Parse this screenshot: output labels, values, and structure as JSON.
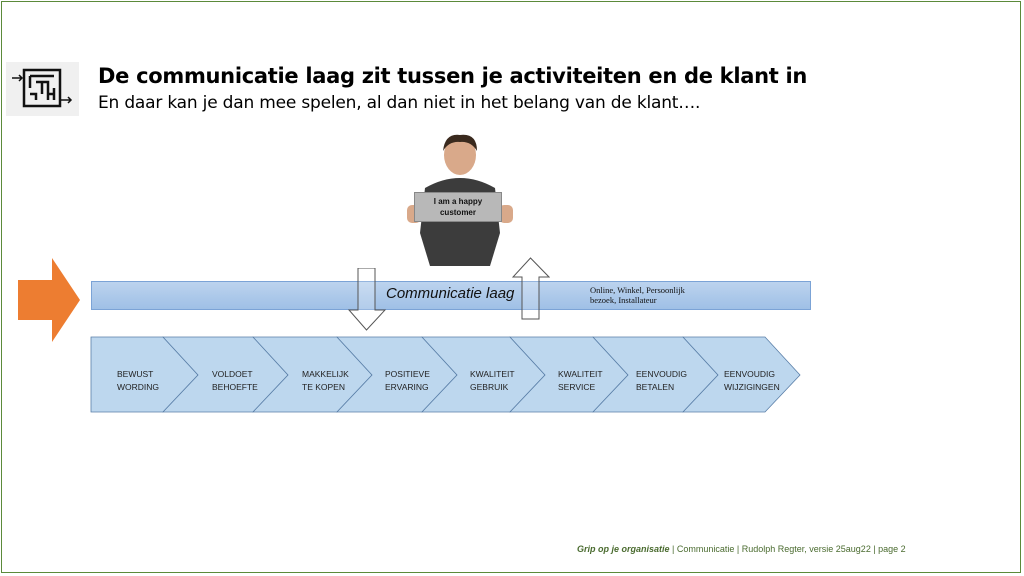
{
  "header": {
    "title": "De communicatie laag zit tussen je activiteiten en de klant in",
    "subtitle": "En daar kan je dan mee spelen, al dan niet in het belang van de klant…."
  },
  "customer": {
    "sign_text": "I am a happy customer"
  },
  "layer": {
    "label": "Communicatie laag",
    "channels": "Online, Winkel, Persoonlijk bezoek, Installateur"
  },
  "steps": [
    {
      "line1": "BEWUST",
      "line2": "WORDING"
    },
    {
      "line1": "VOLDOET",
      "line2": "BEHOEFTE"
    },
    {
      "line1": "MAKKELIJK",
      "line2": "TE KOPEN"
    },
    {
      "line1": "POSITIEVE",
      "line2": "ERVARING"
    },
    {
      "line1": "KWALITEIT",
      "line2": "GEBRUIK"
    },
    {
      "line1": "KWALITEIT",
      "line2": "SERVICE"
    },
    {
      "line1": "EENVOUDIG",
      "line2": "BETALEN"
    },
    {
      "line1": "EENVOUDIG",
      "line2": "WIJZIGINGEN"
    }
  ],
  "footer": {
    "brand": "Grip op je organisatie",
    "rest": " | Communicatie | Rudolph Regter,  versie 25aug22 | page 2"
  },
  "colors": {
    "accent_orange": "#ed7d31",
    "chevron_fill": "#bdd7ee",
    "border_green": "#5b8a3a"
  }
}
